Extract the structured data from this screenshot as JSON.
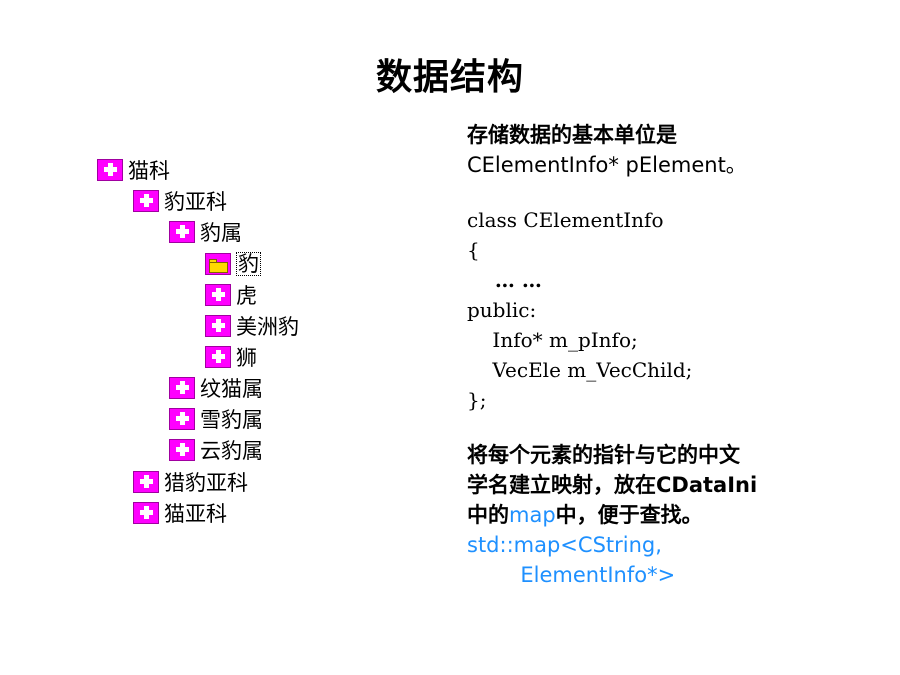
{
  "title": "数据结构",
  "tree": {
    "nodes": [
      {
        "label": "猫科"
      },
      {
        "label": "豹亚科"
      },
      {
        "label": "豹属"
      },
      {
        "label": "豹"
      },
      {
        "label": "虎"
      },
      {
        "label": "美洲豹"
      },
      {
        "label": "狮"
      },
      {
        "label": "纹猫属"
      },
      {
        "label": "雪豹属"
      },
      {
        "label": "云豹属"
      },
      {
        "label": "猎豹亚科"
      },
      {
        "label": "猫亚科"
      }
    ],
    "selected_index": 3
  },
  "text": {
    "intro_line1": "存储数据的基本单位是",
    "intro_line2": "CElementInfo* pElement。",
    "code": [
      "class CElementInfo",
      "{",
      "    … …",
      "public:",
      "    Info* m_pInfo;",
      "    VecEle m_VecChild;",
      "};"
    ],
    "map_line1": "将每个元素的指针与它的中文",
    "map_line2": "学名建立映射，放在CDataIni",
    "map_line3_pre": "中的",
    "map_line3_map": "map",
    "map_line3_post": "中，便于查找。",
    "std_line1": "std::map<CString,",
    "std_line2": "        ElementInfo*>"
  },
  "colors": {
    "icon": "#ff00ff",
    "folder": "#ffd800",
    "link_blue": "#1e90ff"
  }
}
